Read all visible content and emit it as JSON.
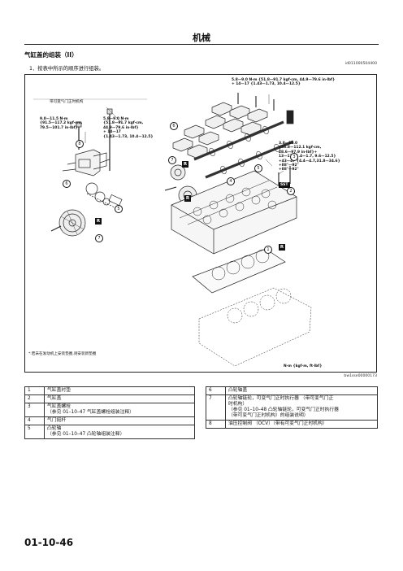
{
  "header": {
    "title": "机械"
  },
  "section": {
    "title": "气缸盖的组装（II）",
    "doc_id": "id011000504400"
  },
  "step": "1．按表中所示的顺序进行组装。",
  "figure": {
    "vvt_caption": "带可变气门正时机构",
    "torque_8": "9.8—11.5 N·m\n{91.5—117.2 kgf·cm,\n79.5—101.7 in·lbf}",
    "torque_5": "5.8—9.0 N·m\n{51.8—91.7 kgf·cm,\n44.9—79.6 in·lbf}\n+ 14—17\n{1.43—1.73, 10.4—12.5}",
    "torque_top": "5.8—9.0 N·m {51.8—91.7 kgf·cm, 44.9—79.6 in·lbf}\n+ 14—17 {1.43—1.73, 10.4—12.5}",
    "torque_right": "3.8—11.0\n{38.8—112.1 kgf·cm,\n28.6—97.9 in·lbf}+\n13—17 {1.4—1.7, 9.6—12.5}\n+43—47 {4.4—4.7,31.8—34.6}\n+88°—92°\n+88°—92°",
    "note": "*:若未在发动机上安装垫圈,则安装新垫圈",
    "units": "N·m {kgf·m, ft·lbf}",
    "code": "bw1sse00000173",
    "r_mark": "R",
    "sst_mark": "SST",
    "callouts": [
      "1",
      "2",
      "3",
      "4",
      "5",
      "6",
      "7",
      "8"
    ]
  },
  "parts_left": [
    {
      "num": "1",
      "name": "气缸盖衬垫"
    },
    {
      "num": "2",
      "name": "气缸盖"
    },
    {
      "num": "3",
      "name": "气缸盖螺栓\n（参见 01–10–47 气缸盖螺栓组装注释）"
    },
    {
      "num": "4",
      "name": "气门挺杆"
    },
    {
      "num": "5",
      "name": "凸轮轴\n（参见 01–10–47 凸轮轴组装注释）"
    }
  ],
  "parts_right": [
    {
      "num": "6",
      "name": "凸轮轴盖"
    },
    {
      "num": "7",
      "name": "凸轮轴链轮，可变气门正时执行器 （带可变气门正\n时机构）\n（参见 01–10–48 凸轮轴链轮，可变气门正时执行器\n（带可变气门正时机构）的组装说明）"
    },
    {
      "num": "8",
      "name": "油压控制阀 （OCV）（带有可变气门正时机构）"
    }
  ],
  "footer": {
    "page": "01-10-46"
  }
}
